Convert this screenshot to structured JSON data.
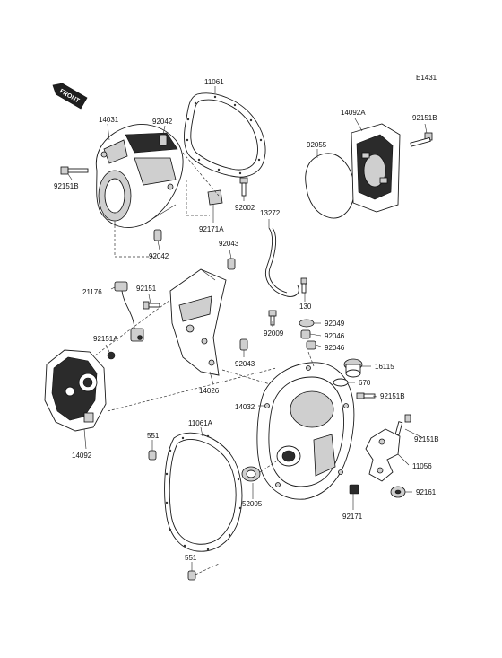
{
  "diagram": {
    "code": "E1431",
    "front_label": "FRONT",
    "labels": {
      "p11061": "11061",
      "p14031": "14031",
      "p92042a": "92042",
      "p92151Ba": "92151B",
      "p92042b": "92042",
      "p92002": "92002",
      "p92171A": "92171A",
      "p14092A": "14092A",
      "p92151Bb": "92151B",
      "p92055": "92055",
      "p13272": "13272",
      "p92043a": "92043",
      "p21176": "21176",
      "p92151": "92151",
      "p130": "130",
      "p92049": "92049",
      "p92009": "92009",
      "p92046a": "92046",
      "p92046b": "92046",
      "p92151A": "92151A",
      "p92043b": "92043",
      "p16115": "16115",
      "p670": "670",
      "p14026": "14026",
      "p14032": "14032",
      "p92151Bc": "92151B",
      "p14092": "14092",
      "p11061A": "11061A",
      "p551a": "551",
      "p92151Bd": "92151B",
      "p11056": "11056",
      "p52005": "52005",
      "p92161": "92161",
      "p92171": "92171",
      "p551b": "551"
    }
  }
}
